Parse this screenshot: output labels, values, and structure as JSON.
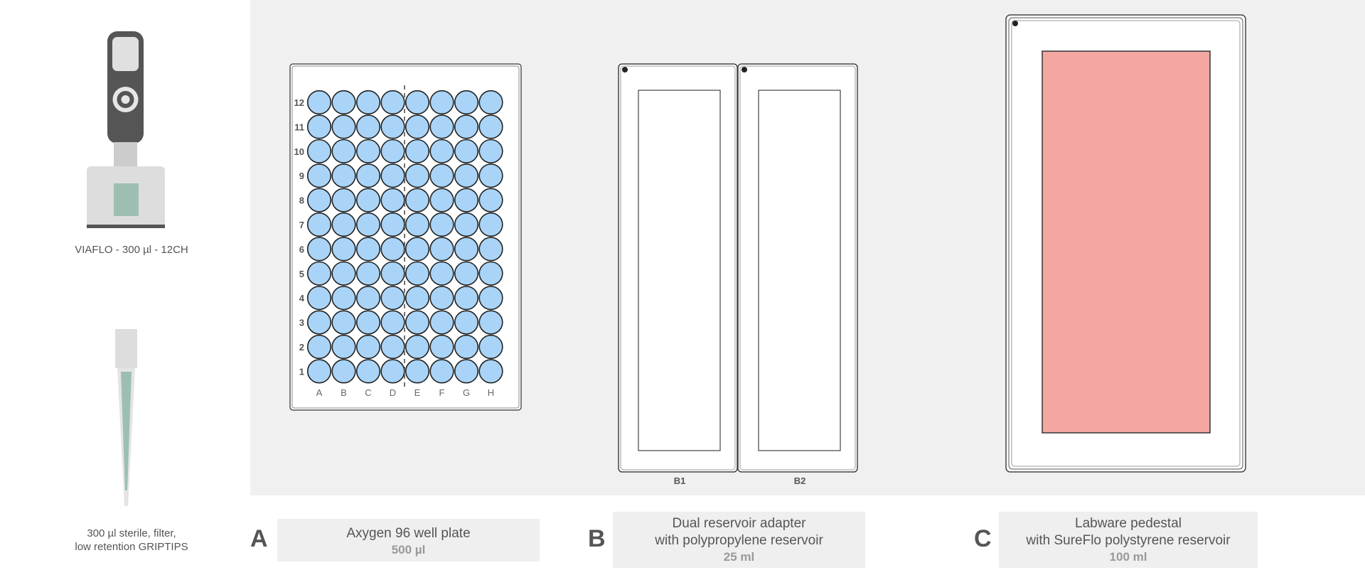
{
  "pipette": {
    "caption": "VIAFLO - 300 µl - 12CH"
  },
  "tips": {
    "line1": "300 µl sterile, filter,",
    "line2": "low retention GRIPTIPS"
  },
  "positions": [
    {
      "letter": "A",
      "name_lines": [
        "Axygen 96 well plate"
      ],
      "volume": "500 µl"
    },
    {
      "letter": "B",
      "name_lines": [
        "Dual reservoir adapter",
        "with polypropylene reservoir"
      ],
      "volume": "25 ml",
      "slot_labels": [
        "B1",
        "B2"
      ]
    },
    {
      "letter": "C",
      "name_lines": [
        "Labware pedestal",
        "with SureFlo polystyrene reservoir"
      ],
      "volume": "100 ml"
    }
  ],
  "plate": {
    "columns": [
      "A",
      "B",
      "C",
      "D",
      "E",
      "F",
      "G",
      "H"
    ],
    "rows": [
      "12",
      "11",
      "10",
      "9",
      "8",
      "7",
      "6",
      "5",
      "4",
      "3",
      "2",
      "1"
    ]
  },
  "colors": {
    "deck_background": "#f0f0f0",
    "well_fill": "#a9d4f7",
    "reservoir_c_fill": "#f4a7a2",
    "pipette_body": "#555555",
    "pipette_window": "#9dbfb2"
  }
}
